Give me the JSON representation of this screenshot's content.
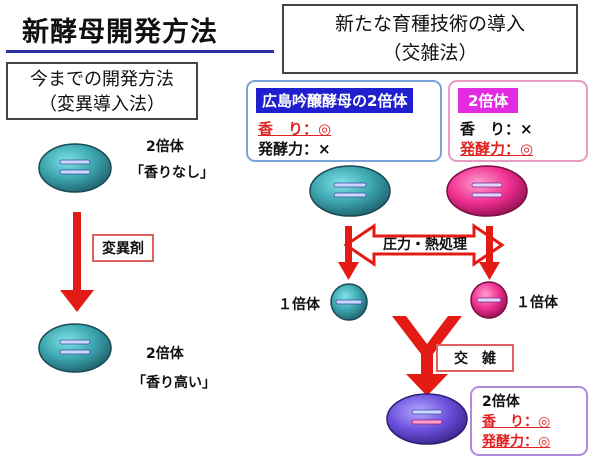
{
  "title": "新酵母開発方法",
  "old_method": {
    "line1": "今までの開発方法",
    "line2": "（変異導入法）",
    "before_ploidy": "2倍体",
    "before_aroma": "「香りなし」",
    "agent_label": "変異剤",
    "after_ploidy": "2倍体",
    "after_aroma": "「香り高い」"
  },
  "new_method": {
    "line1": "新たな育種技術の導入",
    "line2": "（交雑法）",
    "hiroshima": {
      "label": "広島吟醸酵母の2倍体",
      "aroma_key": "香　り：",
      "aroma_val": "◎",
      "ferm_key": "発酵力：",
      "ferm_val": "×"
    },
    "diploid": {
      "label": "2倍体",
      "aroma_key": "香　り：",
      "aroma_val": "×",
      "ferm_key": "発酵力：",
      "ferm_val": "◎"
    },
    "process_label": "圧力・熱処理",
    "haploid_left": "１倍体",
    "haploid_right": "１倍体",
    "cross_label": "交　雑",
    "result": {
      "label": "2倍体",
      "aroma_key": "香　り：",
      "aroma_val": "◎",
      "ferm_key": "発酵力：",
      "ferm_val": "◎"
    }
  },
  "colors": {
    "teal_cell": "#3aa3ac",
    "pink_cell": "#ef2f8f",
    "purple_cell": "#6a4fdc",
    "arrow_red": "#e41b14",
    "accent_blue": "#1f1fd0",
    "accent_magenta": "#e22be0"
  }
}
